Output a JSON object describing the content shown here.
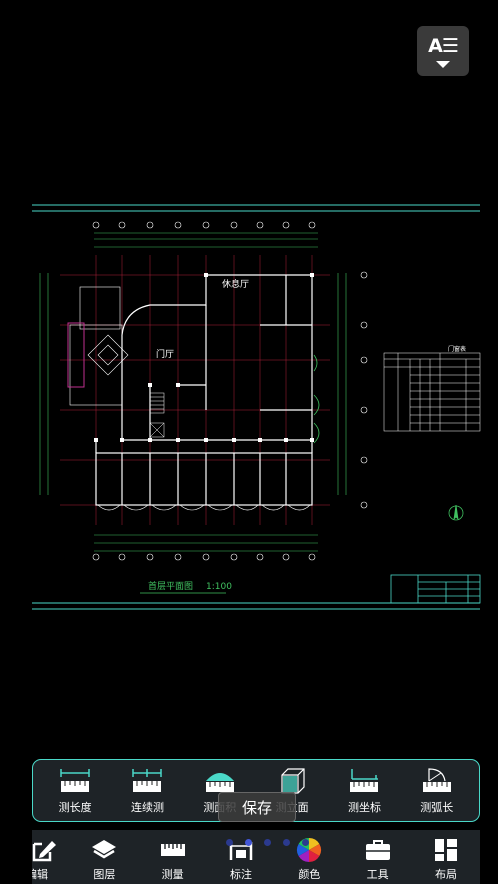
{
  "toolbar": {
    "text_style_label": "A☰"
  },
  "drawing": {
    "plan_title": "首层平面图",
    "plan_scale": "1:100",
    "room_hall": "门厅",
    "room_rest": "休息厅",
    "door_table_title": "门窗表"
  },
  "measure_tools": [
    {
      "label": "测长度",
      "icon": "ruler-length-icon"
    },
    {
      "label": "连续测",
      "icon": "ruler-continuous-icon"
    },
    {
      "label": "测面积",
      "icon": "area-icon"
    },
    {
      "label": "测立面",
      "icon": "elevation-icon"
    },
    {
      "label": "测坐标",
      "icon": "coordinate-icon"
    },
    {
      "label": "测弧长",
      "icon": "arc-length-icon"
    }
  ],
  "save_label": "保存",
  "bottom_nav": [
    {
      "label": "编辑",
      "icon": "edit-icon"
    },
    {
      "label": "图层",
      "icon": "layers-icon"
    },
    {
      "label": "测量",
      "icon": "measure-icon"
    },
    {
      "label": "标注",
      "icon": "annotate-icon"
    },
    {
      "label": "颜色",
      "icon": "color-wheel-icon"
    },
    {
      "label": "工具",
      "icon": "toolbox-icon"
    },
    {
      "label": "布局",
      "icon": "layout-icon"
    }
  ],
  "colors": {
    "accent": "#4ad8c8",
    "panel": "#1e2327",
    "cad_grid": "#b0203a",
    "cad_line": "#ffffff",
    "cad_dim": "#40c060"
  }
}
